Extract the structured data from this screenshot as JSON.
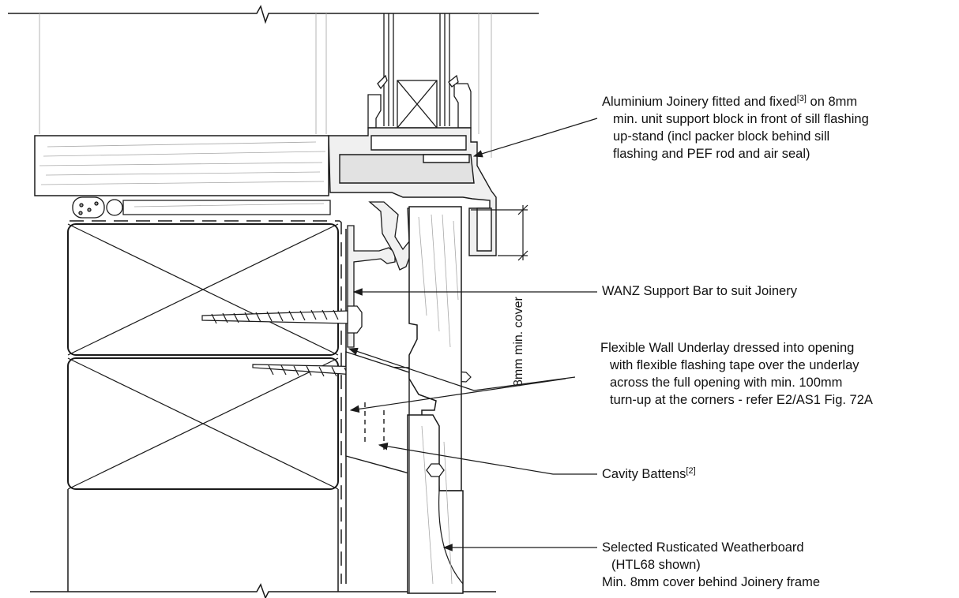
{
  "annotations": {
    "joinery": {
      "line1": "Aluminium Joinery fitted and fixed",
      "line1_ref": "[3]",
      "line1_tail": " on 8mm",
      "line2": "min. unit support block in front of sill flashing",
      "line3": "up-stand (incl packer block behind sill",
      "line4": "flashing and PEF rod and air seal)"
    },
    "support_bar": {
      "line1": "WANZ Support Bar to suit Joinery"
    },
    "underlay": {
      "line1": "Flexible Wall Underlay dressed into opening",
      "line2": "with flexible flashing tape over the underlay",
      "line3": "across the full opening with min. 100mm",
      "line4": "turn-up at the corners - refer E2/AS1 Fig. 72A"
    },
    "battens": {
      "line1": "Cavity Battens",
      "line1_ref": "[2]"
    },
    "weatherboard": {
      "line1": "Selected Rusticated Weatherboard",
      "line2": "(HTL68 shown)",
      "line3": "Min. 8mm cover behind Joinery frame"
    }
  },
  "dimension": {
    "text": "8mm min. cover"
  },
  "colors": {
    "line": "#1a1a1a",
    "grain": "#9a9a9a",
    "aluminium_fill": "#f0f0f0"
  }
}
